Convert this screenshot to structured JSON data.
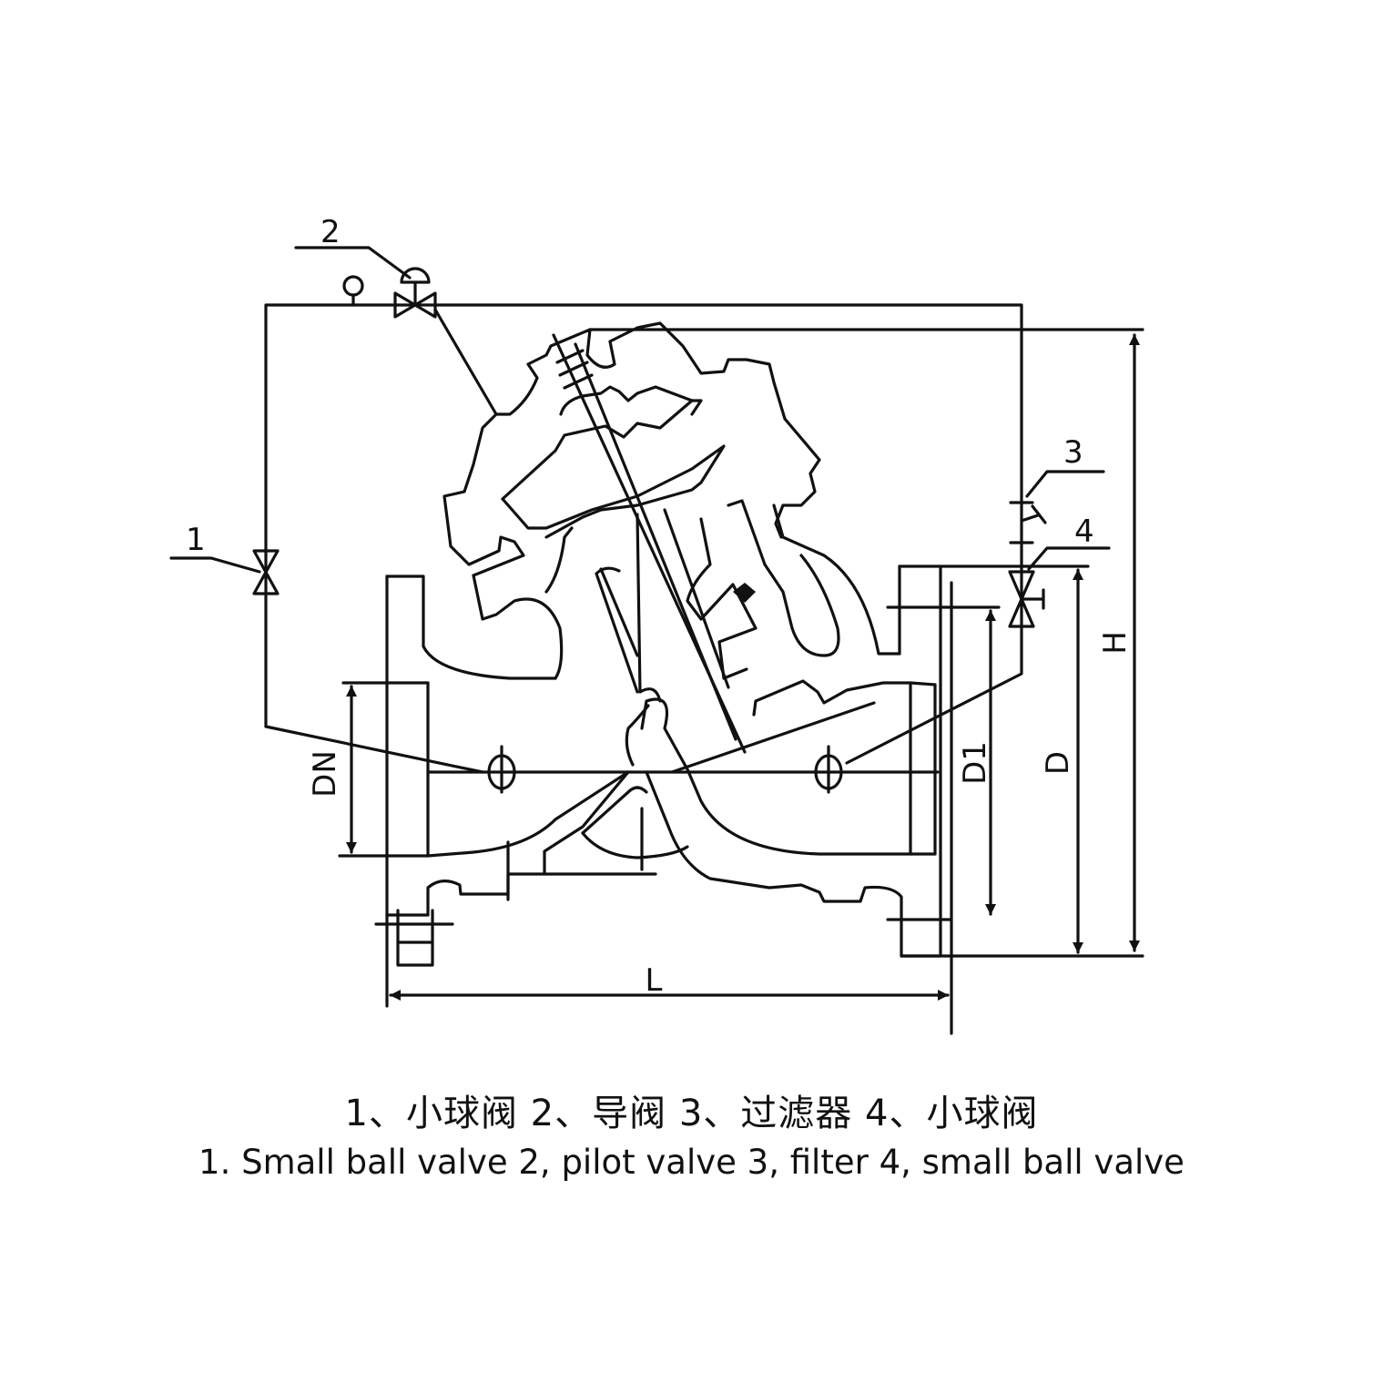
{
  "callouts": {
    "c1": "1",
    "c2": "2",
    "c3": "3",
    "c4": "4"
  },
  "dimensions": {
    "H": "H",
    "D": "D",
    "D1": "D1",
    "DN": "DN",
    "L": "L"
  },
  "caption": {
    "zh": "1、小球阀 2、导阀 3、过滤器 4、小球阀",
    "en": "1. Small ball valve 2, pilot valve 3, filter 4, small ball valve"
  }
}
